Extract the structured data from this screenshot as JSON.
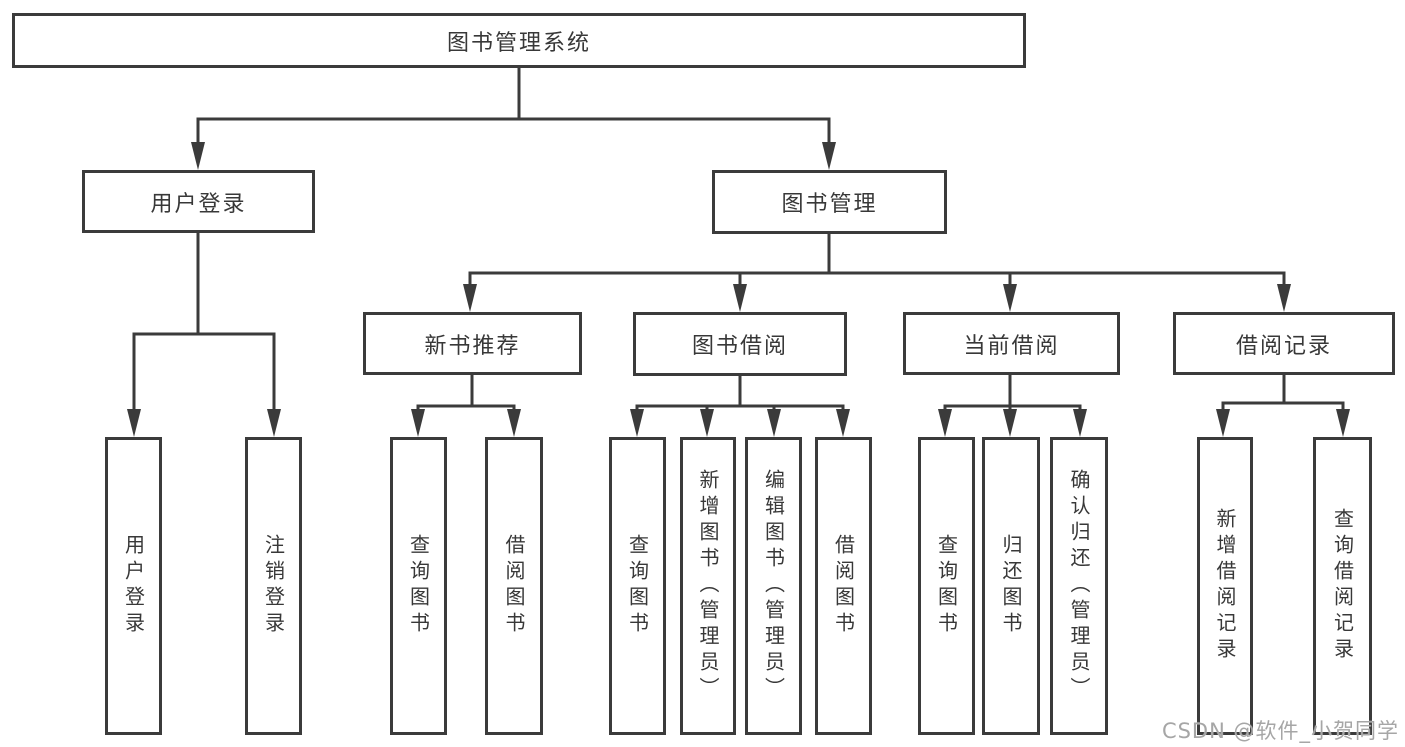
{
  "diagram": {
    "root": {
      "label": "图书管理系统"
    },
    "level2": [
      {
        "label": "用户登录"
      },
      {
        "label": "图书管理"
      }
    ],
    "level3": [
      {
        "label": "新书推荐",
        "parent": "图书管理"
      },
      {
        "label": "图书借阅",
        "parent": "图书管理"
      },
      {
        "label": "当前借阅",
        "parent": "图书管理"
      },
      {
        "label": "借阅记录",
        "parent": "图书管理"
      }
    ],
    "leaves": [
      {
        "label": "用户登录",
        "parent": "用户登录"
      },
      {
        "label": "注销登录",
        "parent": "用户登录"
      },
      {
        "label": "查询图书",
        "parent": "新书推荐"
      },
      {
        "label": "借阅图书",
        "parent": "新书推荐"
      },
      {
        "label": "查询图书",
        "parent": "图书借阅"
      },
      {
        "label": "新增图书（管理员）",
        "parent": "图书借阅"
      },
      {
        "label": "编辑图书（管理员）",
        "parent": "图书借阅"
      },
      {
        "label": "借阅图书",
        "parent": "图书借阅"
      },
      {
        "label": "查询图书",
        "parent": "当前借阅"
      },
      {
        "label": "归还图书",
        "parent": "当前借阅"
      },
      {
        "label": "确认归还（管理员）",
        "parent": "当前借阅"
      },
      {
        "label": "新增借阅记录",
        "parent": "借阅记录"
      },
      {
        "label": "查询借阅记录",
        "parent": "借阅记录"
      }
    ]
  },
  "watermark": {
    "text": "CSDN @软件_小贺同学"
  },
  "colors": {
    "line": "#3b3b3b",
    "text": "#383838",
    "box_background": "#ffffff",
    "page_background": "#ffffff",
    "watermark": "#a6a6a6"
  }
}
